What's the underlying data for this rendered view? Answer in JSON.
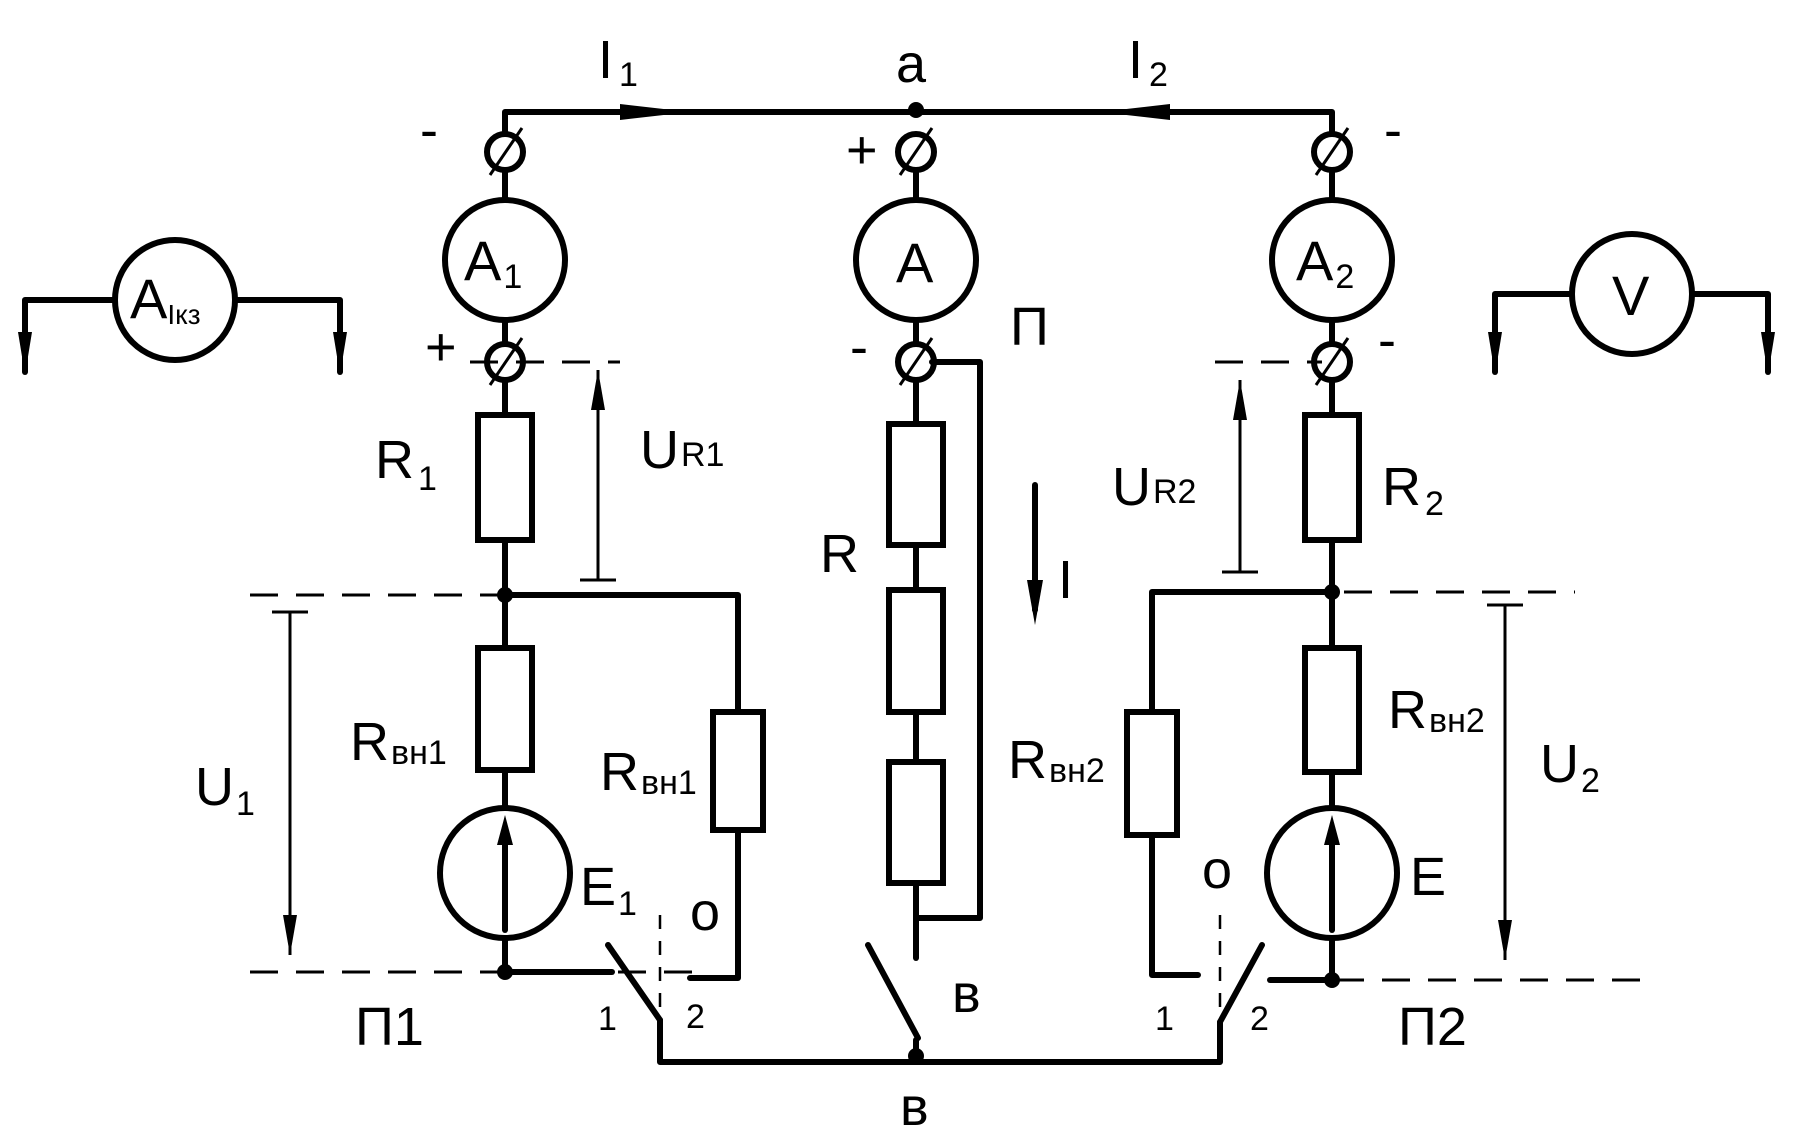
{
  "labels": {
    "I1": "I",
    "I1_sub": "1",
    "I2": "I",
    "I2_sub": "2",
    "a": "a",
    "A1": "A",
    "A1_sub": "1",
    "A": "A",
    "A2": "A",
    "A2_sub": "2",
    "AIkz": "A",
    "AIkz_sub": "Iкз",
    "V": "V",
    "P_top": "П",
    "R1": "R",
    "R1_sub": "1",
    "UR1": "U",
    "UR1_sub": "R1",
    "R": "R",
    "I": "I",
    "UR2": "U",
    "UR2_sub": "R2",
    "R2": "R",
    "R2_sub": "2",
    "U1": "U",
    "U1_sub": "1",
    "Rvn1_left": "R",
    "Rvn1_left_sub": "вн1",
    "Rvn1_right": "R",
    "Rvn1_right_sub": "вн1",
    "Rvn2_left": "R",
    "Rvn2_left_sub": "вн2",
    "Rvn2_right": "R",
    "Rvn2_right_sub": "вн2",
    "U2": "U",
    "U2_sub": "2",
    "E1": "E",
    "E1_sub": "1",
    "E": "E",
    "O_left": "o",
    "O_right": "o",
    "B_mid": "в",
    "B_bottom": "в",
    "P1": "П1",
    "P2": "П2",
    "sw1_1": "1",
    "sw1_2": "2",
    "sw2_1": "1",
    "sw2_2": "2",
    "minus": "-",
    "plus": "+"
  }
}
